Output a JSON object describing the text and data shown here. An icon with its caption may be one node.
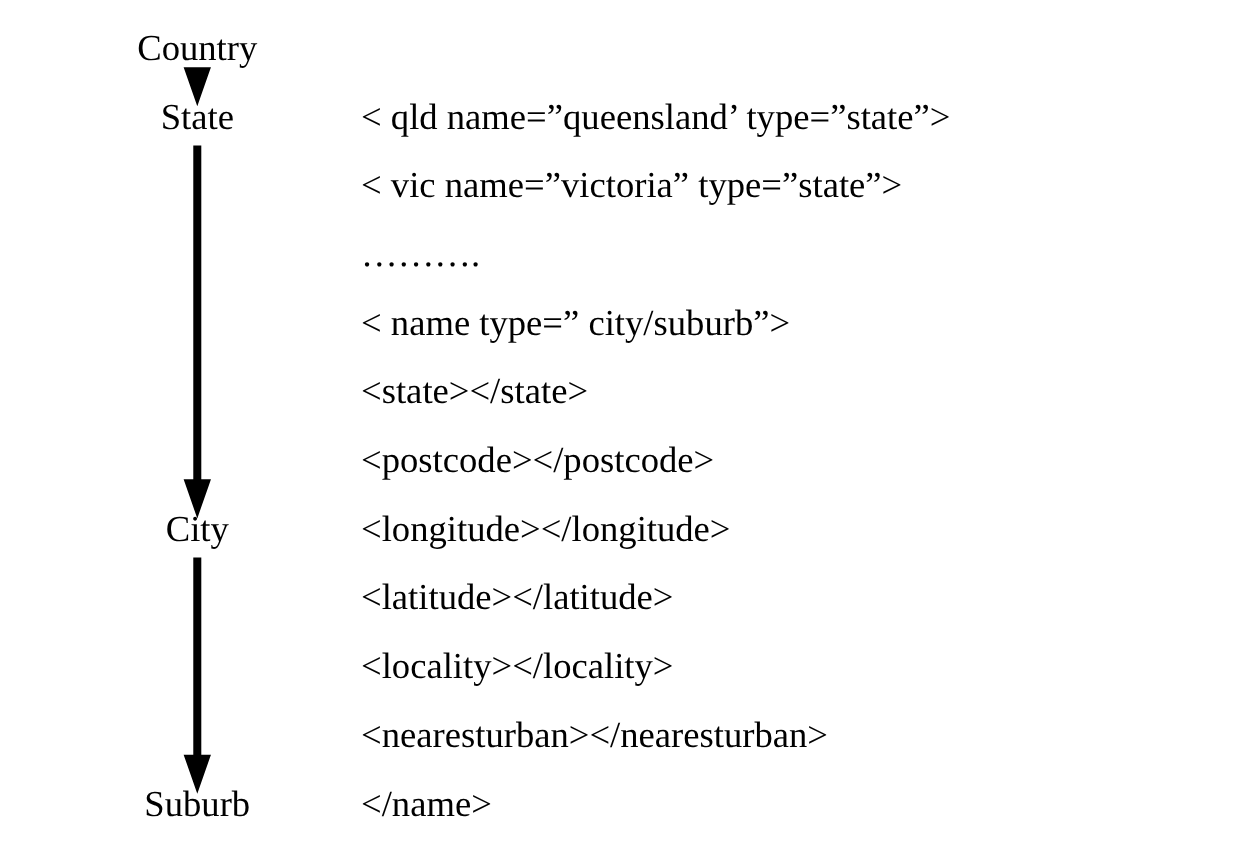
{
  "diagram": {
    "nodes": [
      {
        "text": [
          "Country"
        ]
      },
      {
        "text": [
          "State"
        ]
      },
      {
        "text": [
          "City"
        ]
      },
      {
        "text": [
          "Suburb"
        ]
      }
    ],
    "edges": [
      {
        "from": 0,
        "to": 1,
        "arrow": "to"
      },
      {
        "from": 1,
        "to": 2,
        "arrow": "to"
      },
      {
        "from": 2,
        "to": 3,
        "arrow": "to"
      }
    ],
    "labels": [
      "< qld name=”queensland’ type=”state”>",
      "< vic name=”victoria” type=”state”>",
      "……….",
      "< name type=” city/suburb”>",
      "<state></state>",
      "<postcode></postcode>",
      "<longitude></longitude>",
      "<latitude></latitude>",
      "<locality></locality>",
      "<nearesturban></nearesturban>",
      "</name>"
    ]
  }
}
